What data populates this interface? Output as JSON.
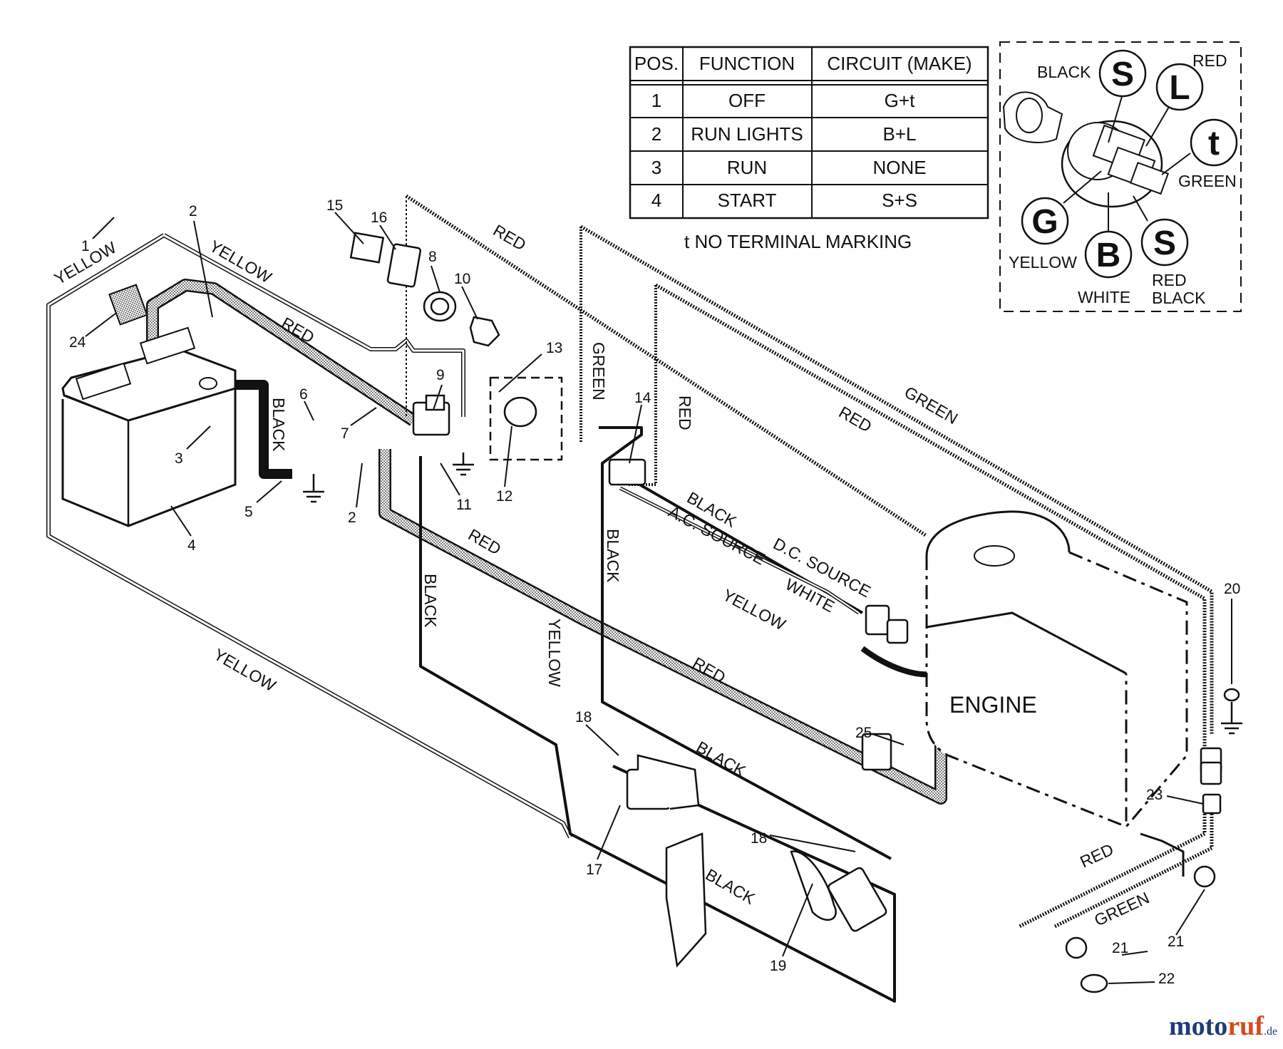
{
  "table": {
    "headers": [
      "POS.",
      "FUNCTION",
      "CIRCUIT  (MAKE)"
    ],
    "rows": [
      [
        "1",
        "OFF",
        "G+t"
      ],
      [
        "2",
        "RUN LIGHTS",
        "B+L"
      ],
      [
        "3",
        "RUN",
        "NONE"
      ],
      [
        "4",
        "START",
        "S+S"
      ]
    ],
    "note": "t  NO TERMINAL MARKING"
  },
  "switch_inset": {
    "terminals": {
      "s_top": "S",
      "l": "L",
      "t": "t",
      "g": "G",
      "b": "B",
      "s_bottom": "S"
    },
    "wires": {
      "black": "BLACK",
      "red": "RED",
      "green": "GREEN",
      "yellow": "YELLOW",
      "white": "WHITE",
      "red2": "RED",
      "black2": "BLACK"
    }
  },
  "wire_labels": {
    "yellow": "YELLOW",
    "red": "RED",
    "black": "BLACK",
    "green": "GREEN",
    "white": "WHITE",
    "ac_source": "A.C. SOURCE",
    "dc_source": "D.C. SOURCE"
  },
  "engine_label": "ENGINE",
  "part_numbers": [
    "1",
    "2",
    "2",
    "3",
    "4",
    "5",
    "6",
    "7",
    "8",
    "9",
    "10",
    "11",
    "12",
    "13",
    "14",
    "15",
    "16",
    "17",
    "18",
    "18",
    "19",
    "20",
    "21",
    "21",
    "22",
    "23",
    "24",
    "25"
  ],
  "watermark": {
    "a": "moto",
    "b": "ruf",
    "c": ".de"
  },
  "colors": {
    "ink": "#111111",
    "watermark_blue": "#1f3a7a",
    "watermark_orange": "#d64a1a"
  }
}
